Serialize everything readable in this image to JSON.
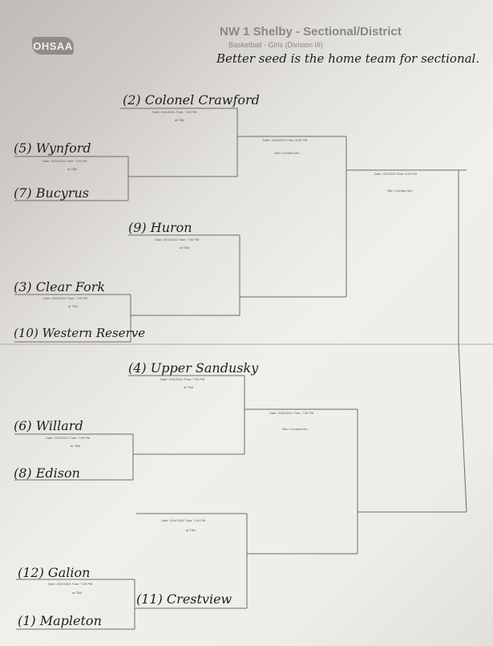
{
  "logo": "OHSAA",
  "header": {
    "title": "NW 1 Shelby - Sectional/District",
    "subtitle": "Basketball - Girls (Division III)",
    "note": "Better seed is the home team for sectional."
  },
  "teams": {
    "colonel_crawford": "(2) Colonel Crawford",
    "wynford": "(5) Wynford",
    "bucyrus": "(7) Bucyrus",
    "huron": "(9) Huron",
    "clear_fork": "(3) Clear Fork",
    "western_reserve": "(10) Western Reserve",
    "upper_sandusky": "(4) Upper Sandusky",
    "willard": "(6) Willard",
    "edison": "(8) Edison",
    "galion": "(12) Galion",
    "crestview": "(11) Crestview",
    "mapleton": "(1) Mapleton"
  },
  "games": {
    "g1": {
      "datetime": "Date: 2/20/2024   Time: 7:00 PM",
      "site": "at TBA"
    },
    "g2": {
      "datetime": "Date: 2/24/2024   Time: 7:00 PM",
      "site": "at TBA"
    },
    "g3": {
      "datetime": "Date: 2/20/2024   Time: 7:00 PM",
      "site": "at TBA"
    },
    "g4": {
      "datetime": "Date: 2/24/2024   Time: 7:00 PM",
      "site": "at TBA"
    },
    "g5": {
      "datetime": "Date: 2/28/2024   Time: 6:00 PM",
      "site": "Site / Contact info"
    },
    "g6": {
      "datetime": "Date: 3/2/2024   Time: 6:00 PM",
      "site": "Site / Contact info"
    },
    "g7": {
      "datetime": "Date: 2/24/2024   Time: 7:00 PM",
      "site": "at TBA"
    },
    "g8": {
      "datetime": "Date: 2/20/2024   Time: 7:00 PM",
      "site": "at TBA"
    },
    "g9": {
      "datetime": "Date: 2/24/2024   Time: 7:00 PM",
      "site": "at TBA"
    },
    "g10": {
      "datetime": "Date: 2/20/2024   Time: 7:00 PM",
      "site": "at TBA"
    },
    "g11": {
      "datetime": "Date: 2/28/2024   Time: 7:30 PM",
      "site": "Site / Contact info"
    }
  }
}
